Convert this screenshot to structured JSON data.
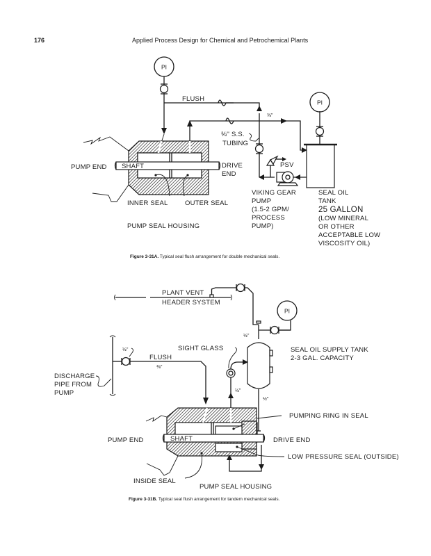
{
  "page": {
    "number": "176",
    "running_head": "Applied Process Design for Chemical and Petrochemical Plants"
  },
  "figure_a": {
    "caption_label": "Figure 3-31A.",
    "caption_text": " Typical seal flush arrangement for double mechanical seals.",
    "labels": {
      "pi_top": "PI",
      "pi_tank": "PI",
      "flush": "FLUSH",
      "size_three_eighths": "⅜''",
      "tubing_line1": "⅜'' S.S.",
      "tubing_line2": "TUBING",
      "psv": "PSV",
      "pump_end": "PUMP END",
      "shaft": "SHAFT",
      "drive_end_line1": "DRIVE",
      "drive_end_line2": "END",
      "inner_seal": "INNER SEAL",
      "outer_seal": "OUTER SEAL",
      "pump_seal_housing": "PUMP SEAL HOUSING",
      "pump_lines": [
        "VIKING GEAR",
        "PUMP",
        "(1.5-2 GPM/",
        "PROCESS",
        "PUMP)"
      ],
      "tank_lines": [
        "SEAL OIL",
        "TANK"
      ],
      "tank_capacity": "25 GALLON",
      "tank_note_lines": [
        "(LOW MINERAL",
        "OR OTHER",
        "ACCEPTABLE LOW",
        "VISCOSITY OIL)"
      ]
    }
  },
  "figure_b": {
    "caption_label": "Figure 3-31B.",
    "caption_text": " Typical seal flush arrangement for tandem mechanical seals.",
    "labels": {
      "plant_vent": "PLANT VENT",
      "header_system": "HEADER SYSTEM",
      "pi": "PI",
      "half_inch_top": "½''",
      "half_inch_valve": "½''",
      "half_inch_sight": "½''",
      "half_inch_bottom": "½''",
      "sight_glass": "SIGHT GLASS",
      "flush": "FLUSH",
      "three_eighths": "⅜''",
      "discharge_lines": [
        "DISCHARGE",
        "PIPE FROM",
        "PUMP"
      ],
      "tank_line1": "SEAL OIL SUPPLY TANK",
      "tank_line2": "2-3 GAL. CAPACITY",
      "pumping_ring": "PUMPING RING IN SEAL",
      "pump_end": "PUMP END",
      "shaft": "SHAFT",
      "drive_end": "DRIVE END",
      "low_pressure_seal": "LOW PRESSURE SEAL (OUTSIDE)",
      "inside_seal": "INSIDE SEAL",
      "pump_seal_housing": "PUMP SEAL HOUSING"
    }
  }
}
